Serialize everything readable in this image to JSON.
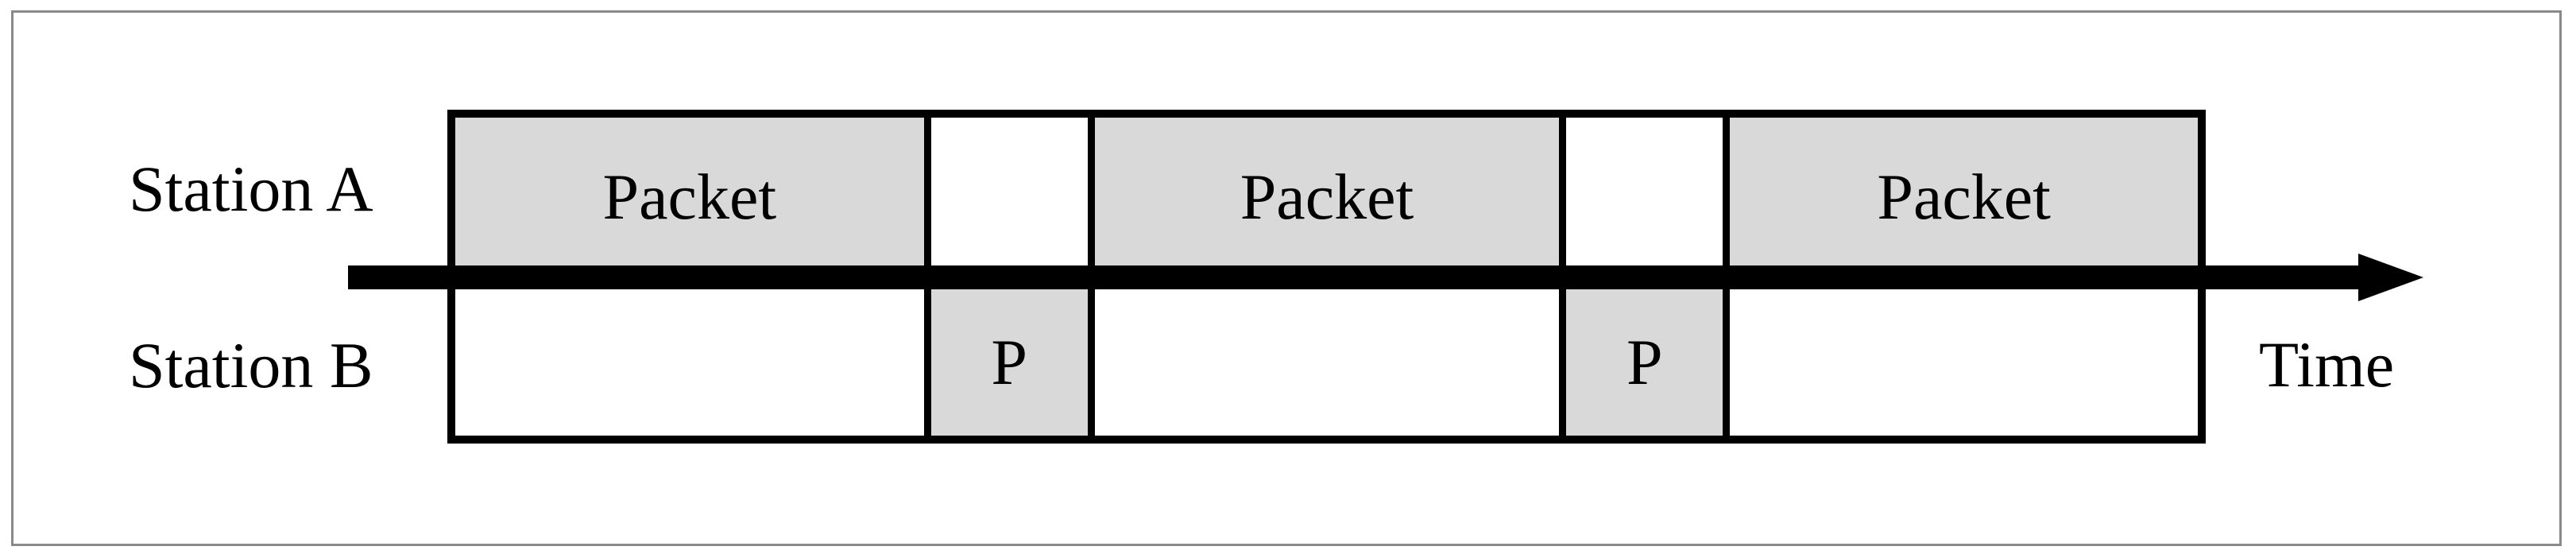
{
  "figure": {
    "title_semantics": "Polling timeline between two stations",
    "station_a_label": "Station A",
    "station_b_label": "Station B",
    "time_axis_label": "Time",
    "colors": {
      "packet_fill": "#d9d9d9",
      "line_black": "#000000",
      "frame_border": "#8a8a8a",
      "background": "#ffffff"
    },
    "row_a_cells": [
      {
        "kind": "packet",
        "label": "Packet"
      },
      {
        "kind": "gap",
        "label": ""
      },
      {
        "kind": "packet",
        "label": "Packet"
      },
      {
        "kind": "gap",
        "label": ""
      },
      {
        "kind": "packet",
        "label": "Packet"
      }
    ],
    "row_b_cells": [
      {
        "kind": "idle",
        "label": ""
      },
      {
        "kind": "poll",
        "label": "P"
      },
      {
        "kind": "idle",
        "label": ""
      },
      {
        "kind": "poll",
        "label": "P"
      },
      {
        "kind": "idle",
        "label": ""
      }
    ]
  }
}
